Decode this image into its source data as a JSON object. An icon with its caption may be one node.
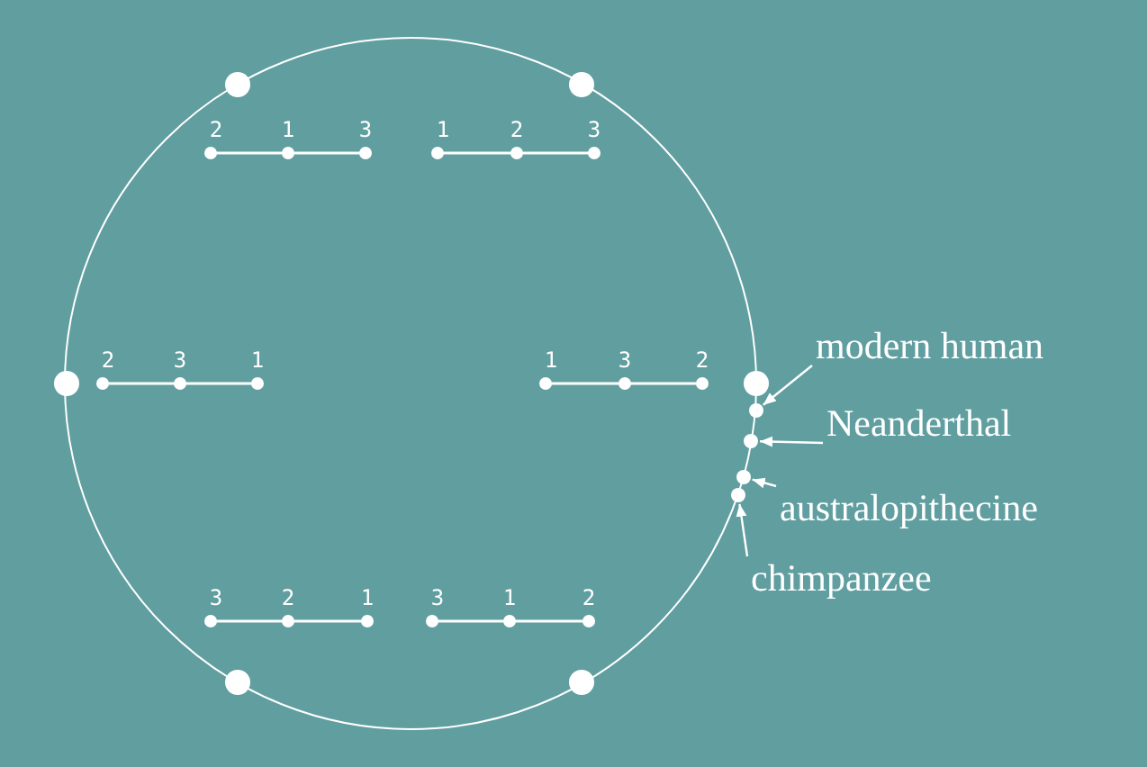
{
  "diagram": {
    "nodes": [
      {
        "text": [
          "modern human"
        ]
      },
      {
        "text": [],
        "shape": "circle"
      },
      {
        "text": [
          "Neanderthal"
        ]
      },
      {
        "text": [],
        "shape": "circle"
      },
      {
        "text": [
          "australopithecine"
        ]
      },
      {
        "text": [],
        "shape": "circle"
      },
      {
        "text": [
          "chimpanzee"
        ]
      },
      {
        "text": [],
        "shape": "circle"
      }
    ],
    "edges": [
      {
        "from": 0,
        "to": 1,
        "arrow": "to"
      },
      {
        "from": 2,
        "to": 3,
        "arrow": "to"
      },
      {
        "from": 4,
        "to": 5,
        "arrow": "to"
      },
      {
        "from": 6,
        "to": 7,
        "arrow": "to"
      }
    ],
    "labels": [
      "2",
      "1",
      "3",
      "1",
      "2",
      "3",
      "2",
      "3",
      "1",
      "1",
      "3",
      "2",
      "3",
      "2",
      "1",
      "3",
      "1",
      "2"
    ]
  }
}
